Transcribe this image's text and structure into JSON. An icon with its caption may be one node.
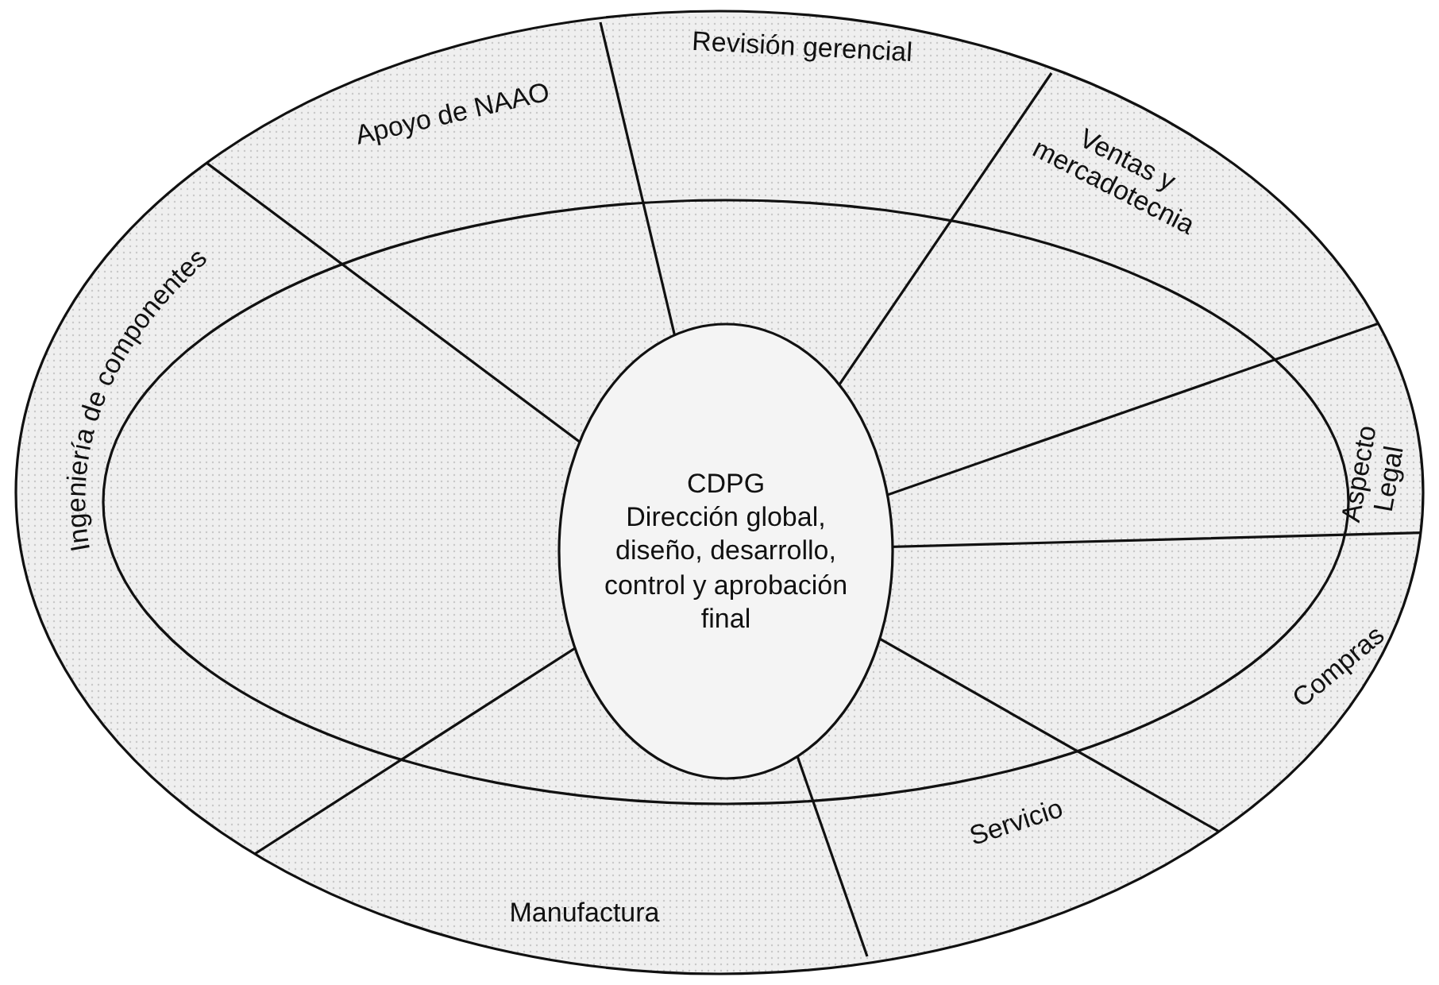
{
  "diagram": {
    "nodes": [
      {
        "text": [],
        "shape": "ellipse"
      },
      {
        "text": [],
        "shape": "ellipse",
        "in": 0
      },
      {
        "text": [
          "CDPG",
          "Dirección global, diseño, desarrollo, control y aprobación final"
        ],
        "in": 1
      },
      {
        "text": [
          "Apoyo de NAAO"
        ],
        "in": 0
      },
      {
        "text": [
          "Revisión gerencial"
        ],
        "in": 0
      },
      {
        "text": [
          "Ventas y mercadotecnia"
        ],
        "in": 0
      },
      {
        "text": [
          "Aspecto Legal"
        ],
        "in": 0
      },
      {
        "text": [
          "Compras"
        ],
        "in": 0
      },
      {
        "text": [
          "Servicio"
        ],
        "in": 0
      },
      {
        "text": [
          "Manufactura"
        ],
        "in": 0
      },
      {
        "text": [
          "Ingeniería de componentes"
        ],
        "in": 0
      }
    ],
    "edges": []
  }
}
